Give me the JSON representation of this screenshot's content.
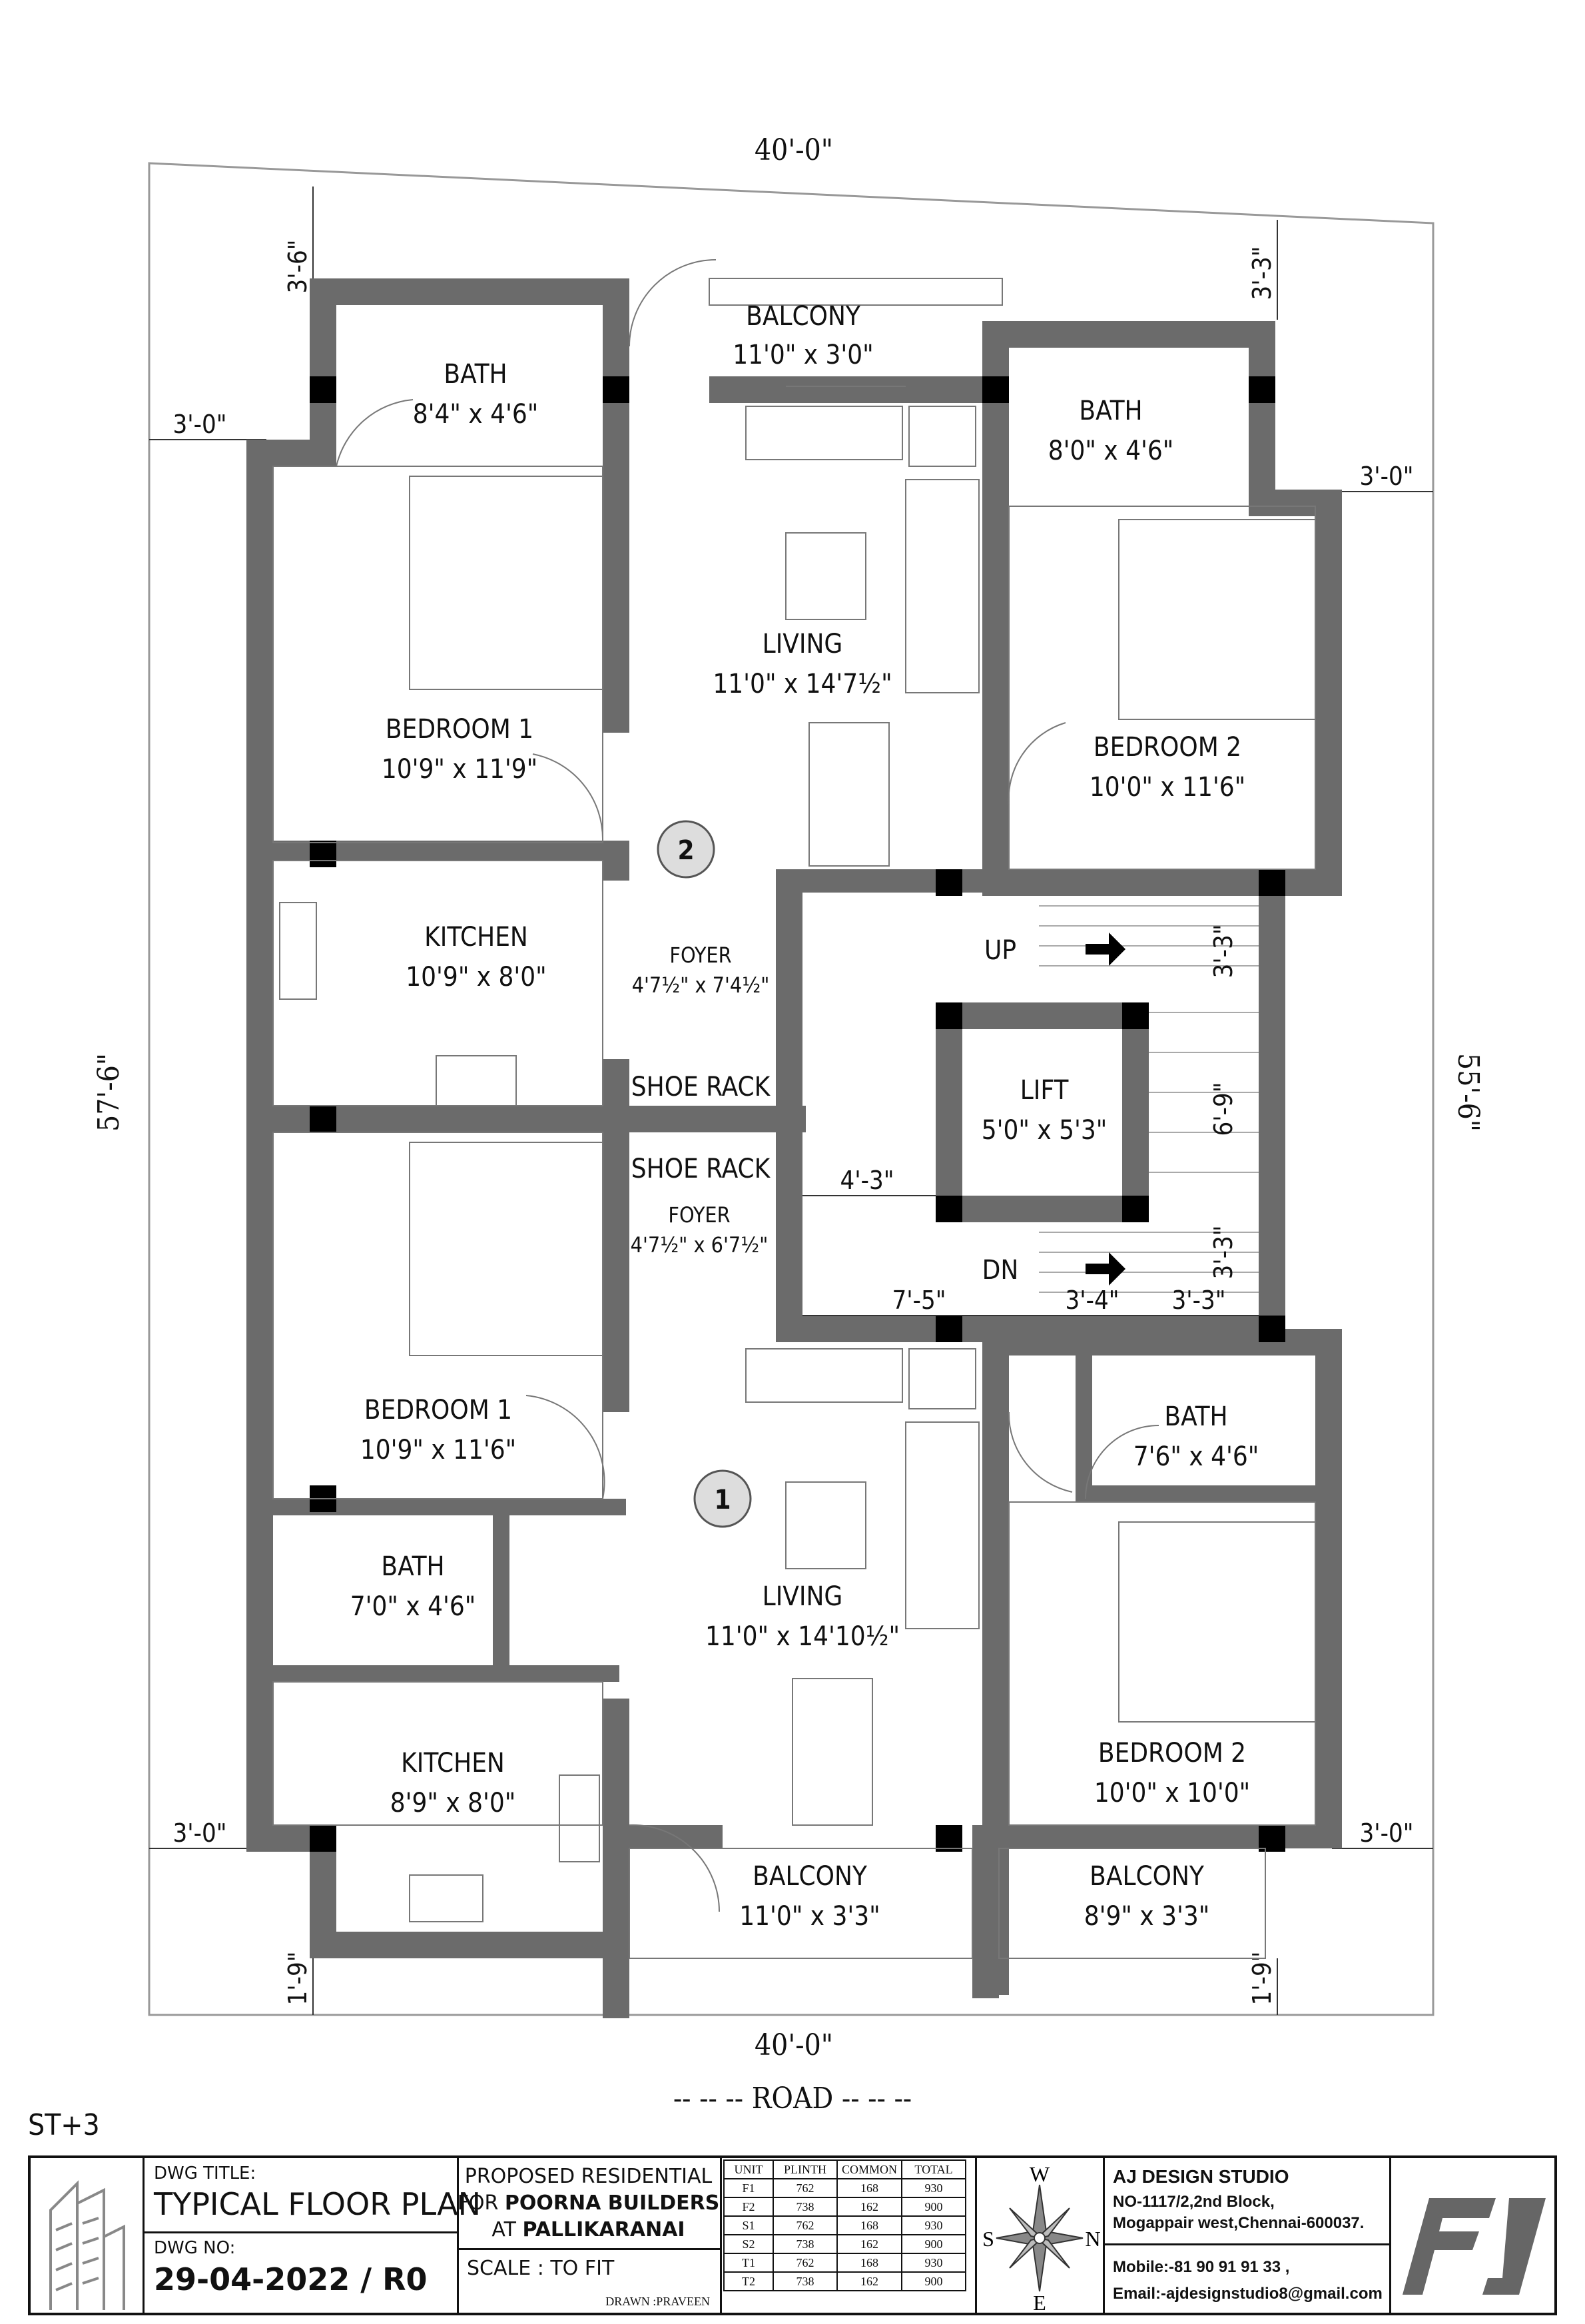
{
  "drawing": {
    "overall": {
      "top_width": "40'-0\"",
      "bottom_width": "40'-0\"",
      "left_depth": "57'-6\"",
      "right_depth": "55'-6\"",
      "road": "-- -- --  ROAD -- -- --",
      "setback_top_left": "3'-6\"",
      "setback_top_right": "3'-3\"",
      "setback_left_upper": "3'-0\"",
      "setback_right_upper": "3'-0\"",
      "setback_left_lower": "3'-0\"",
      "setback_right_lower": "3'-0\"",
      "setback_bottom_left": "1'-9\"",
      "setback_bottom_right": "1'-9\""
    },
    "flat2": {
      "marker": "2",
      "rooms": [
        {
          "id": "bath-a",
          "name": "BATH",
          "size": "8'4\" x 4'6\""
        },
        {
          "id": "balcony-top",
          "name": "BALCONY",
          "size": "11'0\" x 3'0\""
        },
        {
          "id": "bath-b",
          "name": "BATH",
          "size": "8'0\" x 4'6\""
        },
        {
          "id": "bedroom1",
          "name": "BEDROOM 1",
          "size": "10'9\" x 11'9\""
        },
        {
          "id": "living",
          "name": "LIVING",
          "size": "11'0\" x 14'7½\""
        },
        {
          "id": "bedroom2",
          "name": "BEDROOM 2",
          "size": "10'0\" x 11'6\""
        },
        {
          "id": "kitchen",
          "name": "KITCHEN",
          "size": "10'9\" x 8'0\""
        },
        {
          "id": "foyer",
          "name": "FOYER",
          "size": "4'7½\" x 7'4½\""
        },
        {
          "id": "shoe",
          "name": "SHOE RACK",
          "size": ""
        }
      ]
    },
    "core": {
      "up": "UP",
      "dn": "DN",
      "lift_name": "LIFT",
      "lift_size": "5'0\" x 5'3\"",
      "d_lobby": "4'-3\"",
      "d_stair_top": "3'-3\"",
      "d_stair_mid": "6'-9\"",
      "d_stair_bot": "3'-3\"",
      "d_b1": "7'-5\"",
      "d_b2": "3'-4\"",
      "d_b3": "3'-3\""
    },
    "flat1": {
      "marker": "1",
      "rooms": [
        {
          "id": "shoe",
          "name": "SHOE RACK",
          "size": ""
        },
        {
          "id": "foyer",
          "name": "FOYER",
          "size": "4'7½\" x 6'7½\""
        },
        {
          "id": "bedroom1",
          "name": "BEDROOM 1",
          "size": "10'9\" x 11'6\""
        },
        {
          "id": "bath-a",
          "name": "BATH",
          "size": "7'6\" x 4'6\""
        },
        {
          "id": "bath-b",
          "name": "BATH",
          "size": "7'0\" x 4'6\""
        },
        {
          "id": "living",
          "name": "LIVING",
          "size": "11'0\" x 14'10½\""
        },
        {
          "id": "bedroom2",
          "name": "BEDROOM 2",
          "size": "10'0\" x 10'0\""
        },
        {
          "id": "kitchen",
          "name": "KITCHEN",
          "size": "8'9\" x 8'0\""
        },
        {
          "id": "balcony-a",
          "name": "BALCONY",
          "size": "11'0\" x 3'3\""
        },
        {
          "id": "balcony-b",
          "name": "BALCONY",
          "size": "8'9\" x 3'3\""
        }
      ]
    },
    "floors_label": "ST+3"
  },
  "title_block": {
    "dwg_title_label": "DWG TITLE:",
    "dwg_title": "TYPICAL FLOOR PLAN",
    "dwg_no_label": "DWG NO:",
    "dwg_no": "29-04-2022 / R0",
    "project_line1": "PROPOSED RESIDENTIAL",
    "project_line2_a": "FOR ",
    "project_line2_b": "POORNA BUILDERS",
    "project_line3_a": "AT ",
    "project_line3_b": "PALLIKARANAI",
    "scale": "SCALE :  TO FIT",
    "drawn": "DRAWN :PRAVEEN",
    "area_headers": [
      "UNIT",
      "PLINTH",
      "COMMON",
      "TOTAL"
    ],
    "area_rows": [
      [
        "F1",
        "762",
        "168",
        "930"
      ],
      [
        "F2",
        "738",
        "162",
        "900"
      ],
      [
        "S1",
        "762",
        "168",
        "930"
      ],
      [
        "S2",
        "738",
        "162",
        "900"
      ],
      [
        "T1",
        "762",
        "168",
        "930"
      ],
      [
        "T2",
        "738",
        "162",
        "900"
      ]
    ],
    "compass": {
      "n": "N",
      "s": "S",
      "e": "E",
      "w": "W"
    },
    "studio_name": "AJ DESIGN STUDIO",
    "studio_addr1": "NO-1117/2,2nd Block,",
    "studio_addr2": "Mogappair west,Chennai-600037.",
    "studio_mobile": "Mobile:-81 90 91 91 33 ,",
    "studio_email": "Email:-ajdesignstudio8@gmail.com"
  }
}
